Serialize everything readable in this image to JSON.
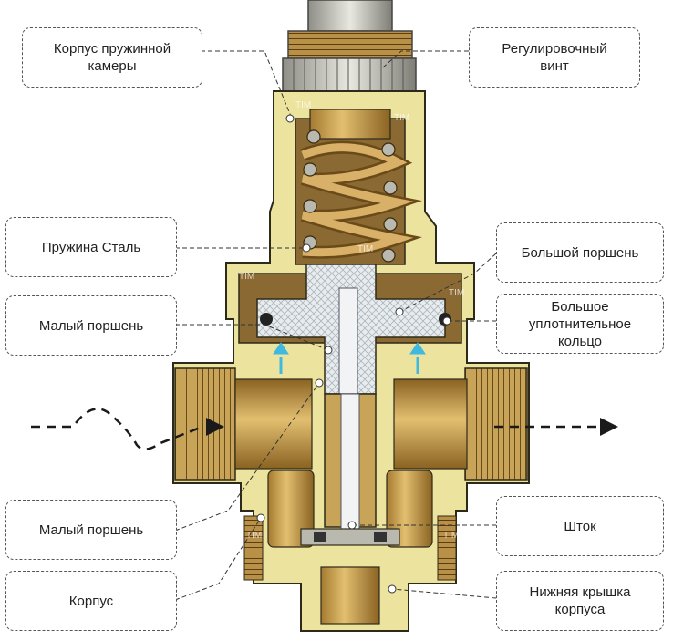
{
  "labels": {
    "spring_housing": [
      "Корпус пружинной",
      "камеры"
    ],
    "adjusting_screw": [
      "Регулировочный",
      "винт"
    ],
    "spring": [
      "Пружина Сталь"
    ],
    "large_piston": [
      "Большой поршень"
    ],
    "small_piston_top": [
      "Малый поршень"
    ],
    "large_seal_ring": [
      "Большое",
      "уплотнительное",
      "кольцо"
    ],
    "small_piston_bottom": [
      "Малый поршень"
    ],
    "stem": [
      "Шток"
    ],
    "body": [
      "Корпус"
    ],
    "bottom_cover": [
      "Нижняя крышка",
      "корпуса"
    ]
  },
  "watermark": "TIM",
  "colors": {
    "brass_light": "#e9df9a",
    "brass_mid": "#cfc57a",
    "brass_dark": "#7a6a2a",
    "bronze": "#9a7030",
    "steel": "#b9b9b0",
    "outline": "#2e2a1a",
    "flow_arrow": "#1a1a1a",
    "water_arrow": "#40b8e0"
  }
}
